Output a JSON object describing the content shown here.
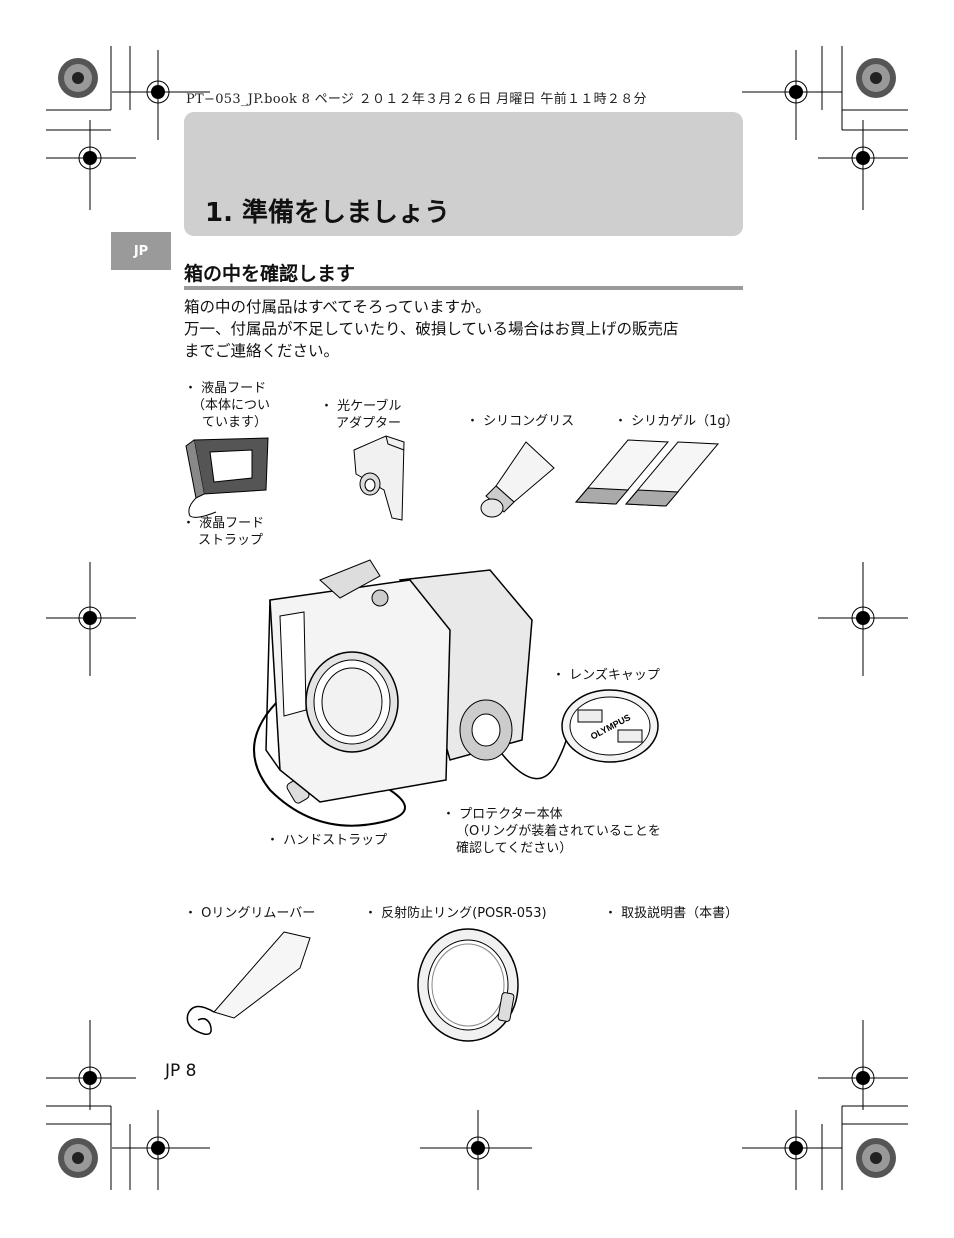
{
  "header": {
    "print_info": "PT−053_JP.book  8 ページ  ２０１２年３月２６日  月曜日  午前１１時２８分"
  },
  "chapter": {
    "title": "1. 準備をしましょう",
    "language_tab": "JP"
  },
  "section": {
    "heading": "箱の中を確認します",
    "paragraphs": [
      "箱の中の付属品はすべてそろっていますか。",
      "万一、付属品が不足していたり、破損している場合はお買上げの販売店",
      "までご連絡ください。"
    ]
  },
  "items": {
    "lcd_hood": [
      "・ 液晶フード",
      "（本体につい",
      "ています）"
    ],
    "optical_cable_adapter": [
      "・ 光ケーブル",
      "アダプター"
    ],
    "silicone_grease": "・ シリコングリス",
    "silica_gel": "・ シリカゲル（1g）",
    "lcd_hood_strap": [
      "・ 液晶フード",
      "ストラップ"
    ],
    "lens_cap": "・ レンズキャップ",
    "protector_body": [
      "・ プロテクター本体",
      "（Oリングが装着されていることを",
      "確認してください）"
    ],
    "hand_strap": "・ ハンドストラップ",
    "o_ring_remover": "・ Oリングリムーバー",
    "anti_reflection_ring": "・ 反射防止リング(POSR-053)",
    "instruction_manual": "・ 取扱説明書（本書）"
  },
  "lens_cap_brand": "OLYMPUS",
  "footer": {
    "page_number": "JP 8"
  }
}
